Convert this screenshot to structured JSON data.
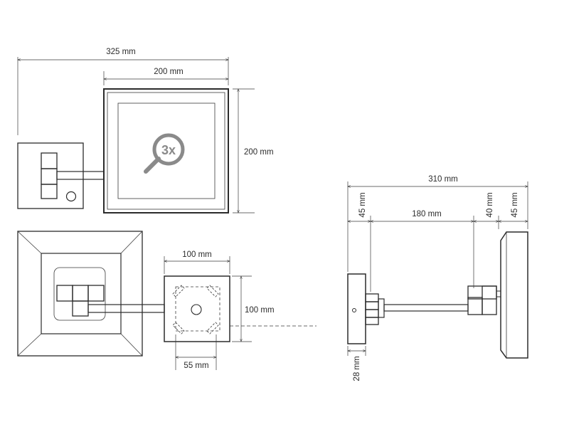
{
  "dimensions": {
    "front_total_width": "325 mm",
    "front_mirror_width": "200 mm",
    "front_mirror_height": "200 mm",
    "base_plate_width": "100 mm",
    "base_plate_height": "100 mm",
    "fixing_spacing": "55 mm",
    "side_total_depth": "310 mm",
    "side_wall_plate_depth": "45 mm",
    "side_arm_length": "180 mm",
    "side_joint_length": "40 mm",
    "side_mirror_depth": "45 mm",
    "side_wall_plate_thickness": "28 mm"
  },
  "magnifier": {
    "label": "3x",
    "color": "#8a8a8a"
  },
  "colors": {
    "line": "#2b2b2b",
    "dim_line": "#3a3a3a",
    "background": "#ffffff"
  }
}
